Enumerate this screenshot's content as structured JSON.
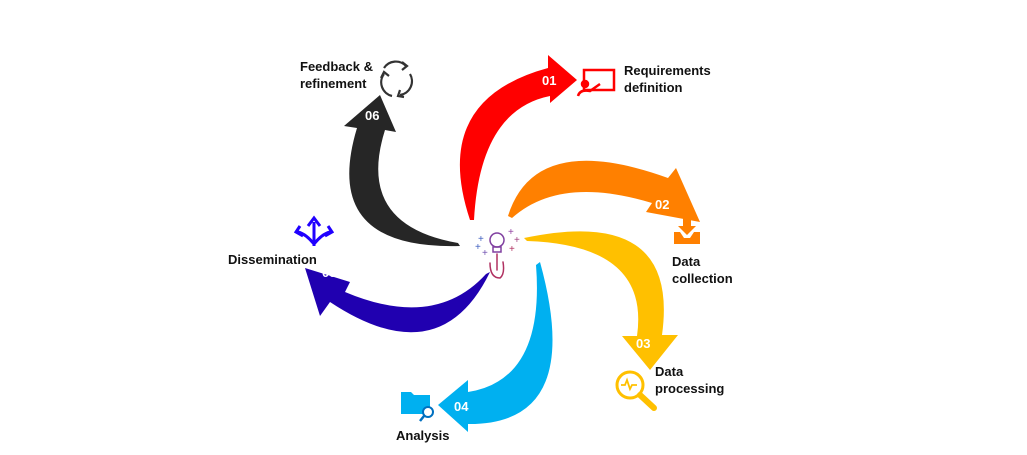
{
  "steps": [
    {
      "number": "01",
      "label_line1": "Requirements",
      "label_line2": "definition",
      "color": "#ff0000",
      "icon": "presentation-icon"
    },
    {
      "number": "02",
      "label_line1": "Data",
      "label_line2": "collection",
      "color": "#ff8000",
      "icon": "download-tray-icon"
    },
    {
      "number": "03",
      "label_line1": "Data",
      "label_line2": "processing",
      "color": "#ffc000",
      "icon": "magnifier-pulse-icon"
    },
    {
      "number": "04",
      "label_line1": "Analysis",
      "color": "#00b0f0",
      "icon": "folder-search-icon"
    },
    {
      "number": "05",
      "label_line1": "Dissemination",
      "color": "#2000b0",
      "icon": "split-arrows-icon"
    },
    {
      "number": "06",
      "label_line1": "Feedback &",
      "label_line2": "refinement",
      "color": "#262626",
      "icon": "cycle-arrows-icon"
    }
  ],
  "center_icon": "idea-lightbulb-hand-icon"
}
